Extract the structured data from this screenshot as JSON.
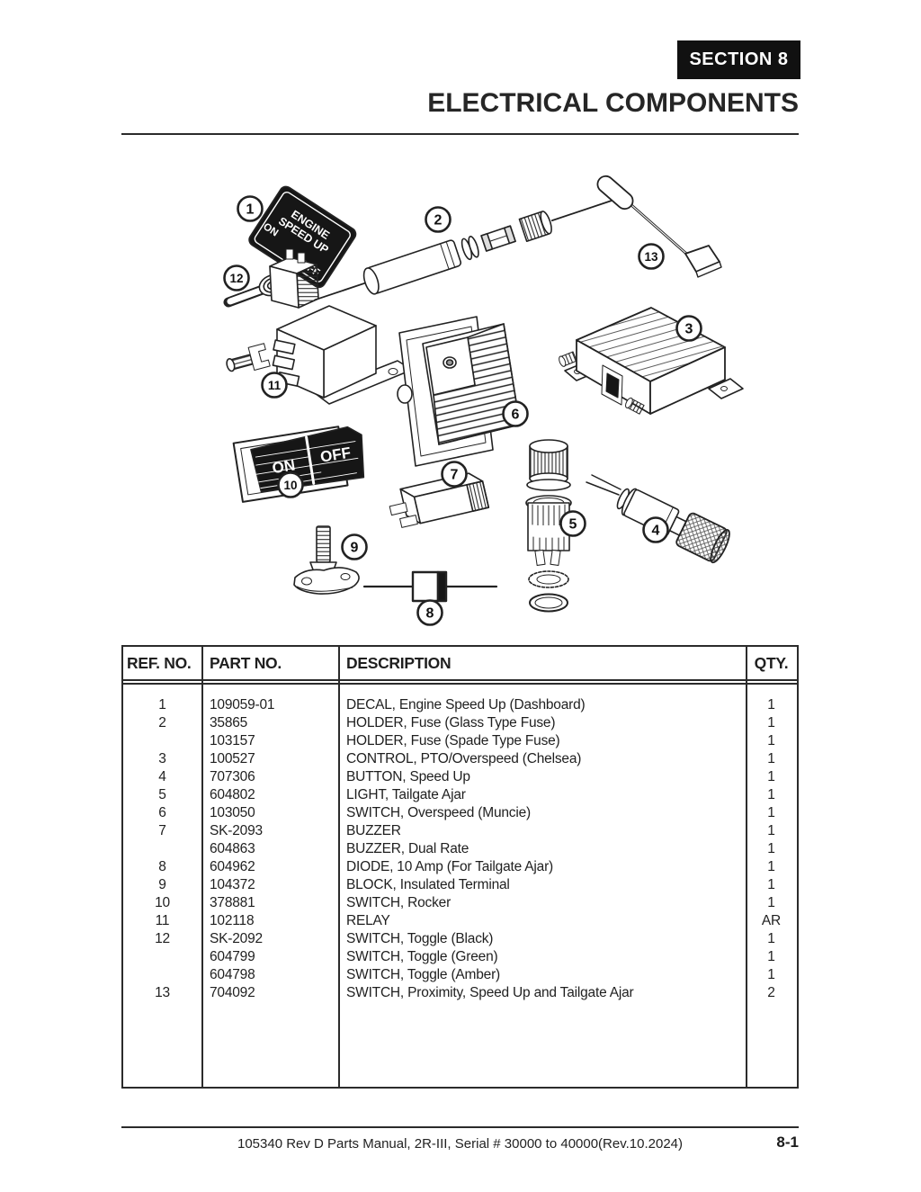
{
  "page": {
    "section_badge": "SECTION 8",
    "title": "ELECTRICAL COMPONENTS",
    "footer_text": "105340 Rev D Parts Manual, 2R-III, Serial # 30000 to 40000(Rev.10.2024)",
    "page_number": "8-1"
  },
  "diagram": {
    "decal": {
      "line1": "ENGINE",
      "line2": "SPEED UP",
      "on": "ON",
      "off": "OFF"
    },
    "rocker_switch": {
      "on": "ON",
      "off": "OFF"
    },
    "callouts": [
      "1",
      "2",
      "3",
      "4",
      "5",
      "6",
      "7",
      "8",
      "9",
      "10",
      "11",
      "12",
      "13"
    ]
  },
  "table": {
    "headers": [
      "REF. NO.",
      "PART NO.",
      "DESCRIPTION",
      "QTY."
    ],
    "rows": [
      {
        "ref": "1",
        "part": "109059-01",
        "desc": "DECAL, Engine Speed Up (Dashboard)",
        "qty": "1"
      },
      {
        "ref": "2",
        "part": "35865",
        "desc": "HOLDER, Fuse (Glass Type Fuse)",
        "qty": "1"
      },
      {
        "ref": "",
        "part": "103157",
        "desc": "HOLDER, Fuse (Spade Type Fuse)",
        "qty": "1"
      },
      {
        "ref": "3",
        "part": "100527",
        "desc": "CONTROL, PTO/Overspeed (Chelsea)",
        "qty": "1"
      },
      {
        "ref": "4",
        "part": "707306",
        "desc": "BUTTON, Speed Up",
        "qty": "1"
      },
      {
        "ref": "5",
        "part": "604802",
        "desc": "LIGHT, Tailgate Ajar",
        "qty": "1"
      },
      {
        "ref": "6",
        "part": "103050",
        "desc": "SWITCH, Overspeed (Muncie)",
        "qty": "1"
      },
      {
        "ref": "7",
        "part": "SK-2093",
        "desc": "BUZZER",
        "qty": "1"
      },
      {
        "ref": "",
        "part": "604863",
        "desc": "BUZZER, Dual Rate",
        "qty": "1"
      },
      {
        "ref": "8",
        "part": "604962",
        "desc": "DIODE, 10 Amp (For Tailgate Ajar)",
        "qty": "1"
      },
      {
        "ref": "9",
        "part": "104372",
        "desc": "BLOCK, Insulated Terminal",
        "qty": "1"
      },
      {
        "ref": "10",
        "part": "378881",
        "desc": "SWITCH, Rocker",
        "qty": "1"
      },
      {
        "ref": "11",
        "part": "102118",
        "desc": "RELAY",
        "qty": "AR"
      },
      {
        "ref": "12",
        "part": "SK-2092",
        "desc": "SWITCH, Toggle (Black)",
        "qty": "1"
      },
      {
        "ref": "",
        "part": "604799",
        "desc": "SWITCH, Toggle (Green)",
        "qty": "1"
      },
      {
        "ref": "",
        "part": "604798",
        "desc": "SWITCH, Toggle (Amber)",
        "qty": "1"
      },
      {
        "ref": "13",
        "part": "704092",
        "desc": "SWITCH, Proximity, Speed Up and Tailgate Ajar",
        "qty": "2"
      }
    ]
  },
  "colors": {
    "ink": "#1f1f1f",
    "badge_bg": "#111111",
    "paper": "#ffffff"
  }
}
